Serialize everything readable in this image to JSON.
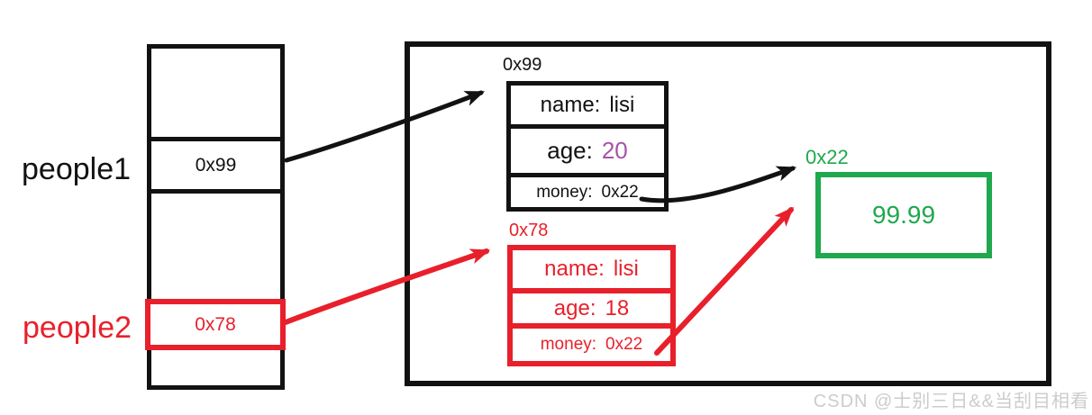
{
  "colors": {
    "bg": "#ffffff",
    "ink": "#121212",
    "red": "#e8202b",
    "green": "#1fa84e",
    "purple": "#a653a8",
    "watermark": "#cccccc"
  },
  "stack": {
    "pointer1": {
      "name": "people1",
      "value": "0x99"
    },
    "pointer2": {
      "name": "people2",
      "value": "0x78"
    }
  },
  "heap": {
    "object1": {
      "address": "0x99",
      "rows": [
        {
          "label": "name:",
          "value": "lisi"
        },
        {
          "label": "age:",
          "value": "20"
        },
        {
          "label": "money:",
          "value": "0x22"
        }
      ]
    },
    "object2": {
      "address": "0x78",
      "rows": [
        {
          "label": "name:",
          "value": "lisi"
        },
        {
          "label": "age:",
          "value": "18"
        },
        {
          "label": "money:",
          "value": "0x22"
        }
      ]
    },
    "value_box": {
      "address": "0x22",
      "value": "99.99"
    }
  },
  "watermark": "CSDN @士别三日&&当刮目相看"
}
